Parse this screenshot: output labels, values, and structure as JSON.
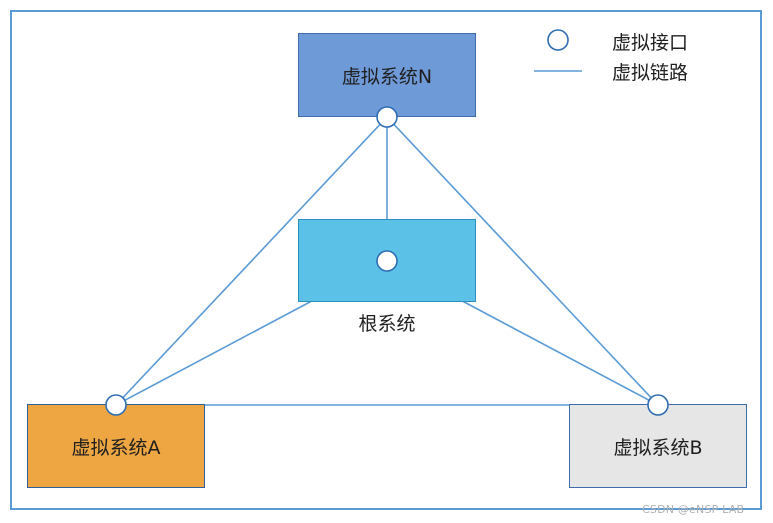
{
  "diagram": {
    "nodes": {
      "virtual_n": "虚拟系统N",
      "root": "根系统",
      "virtual_a": "虚拟系统A",
      "virtual_b": "虚拟系统B"
    },
    "legend": {
      "interface": "虚拟接口",
      "link": "虚拟链路"
    },
    "edges": [
      [
        "virtual_n",
        "root"
      ],
      [
        "virtual_n",
        "virtual_a"
      ],
      [
        "virtual_n",
        "virtual_b"
      ],
      [
        "root",
        "virtual_a"
      ],
      [
        "root",
        "virtual_b"
      ],
      [
        "virtual_a",
        "virtual_b"
      ]
    ],
    "colors": {
      "virtual_n": "#6f9ad8",
      "root": "#5bc1e6",
      "virtual_a": "#eea643",
      "virtual_b": "#e6e6e6",
      "link": "#5b9bd5"
    }
  },
  "watermark": "CSDN @eNSP LAB"
}
